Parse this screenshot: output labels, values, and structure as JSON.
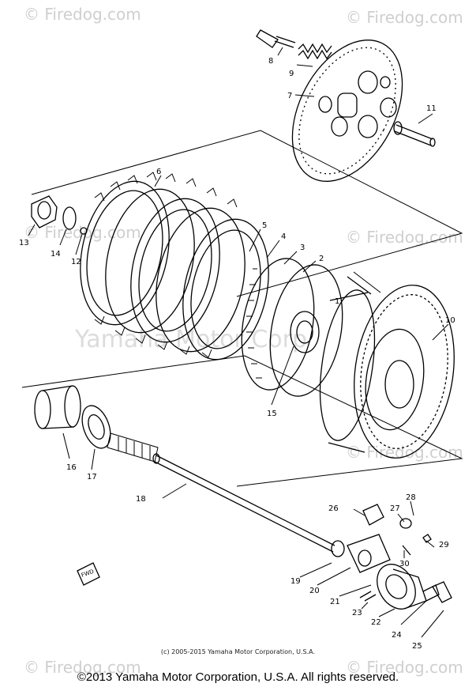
{
  "watermarks": {
    "tl": "© Firedog.com",
    "tr": "© Firedog.com",
    "mr": "© Firedog.com",
    "ml": "© Firedog.com",
    "br": "© Firedog.com",
    "bl": "© Firedog.com",
    "bc": "© Firedog.com",
    "center": "Yamaha Motor Corp"
  },
  "callouts": [
    "1",
    "2",
    "3",
    "4",
    "5",
    "6",
    "7",
    "8",
    "9",
    "10",
    "11",
    "12",
    "13",
    "14",
    "15",
    "16",
    "17",
    "18",
    "19",
    "20",
    "21",
    "22",
    "23",
    "24",
    "25",
    "26",
    "27",
    "28",
    "29",
    "30"
  ],
  "fwd_label": "FWD",
  "copyright_small": "(c) 2005-2015 Yamaha Motor Corporation, U.S.A.",
  "copyright_main": "©2013 Yamaha Motor Corporation, U.S.A. All rights reserved."
}
